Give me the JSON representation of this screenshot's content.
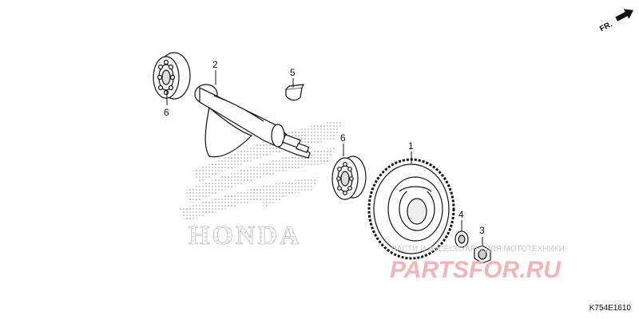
{
  "diagram": {
    "callouts": [
      {
        "id": "p1",
        "label": "1"
      },
      {
        "id": "p2",
        "label": "2"
      },
      {
        "id": "p3",
        "label": "3"
      },
      {
        "id": "p4",
        "label": "4"
      },
      {
        "id": "p5",
        "label": "5"
      },
      {
        "id": "p6a",
        "label": "6"
      },
      {
        "id": "p6b",
        "label": "6"
      }
    ],
    "direction_label": "FR.",
    "diagram_code": "K754E1610",
    "brand_watermark": "HONDA",
    "shop_tagline": "ЧАСТИ И АКСЕССУАРЫ ДЛЯ МОТОТЕХНИКИ",
    "shop_logo": "PARTSFOR.RU"
  },
  "colors": {
    "line": "#111111",
    "watermark_gray": "#c9c9c9",
    "logo_pink": "#f2b3b9"
  }
}
